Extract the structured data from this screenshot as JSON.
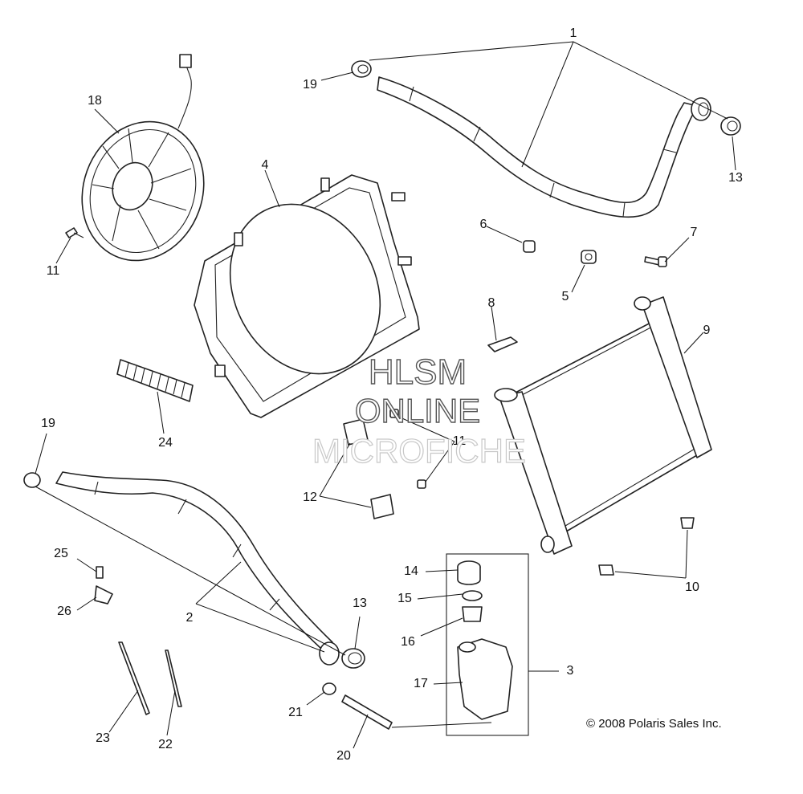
{
  "callouts": {
    "c1": "1",
    "c2": "2",
    "c3": "3",
    "c4": "4",
    "c5": "5",
    "c6": "6",
    "c7": "7",
    "c8": "8",
    "c9": "9",
    "c10": "10",
    "c11a": "11",
    "c11b": "11",
    "c12": "12",
    "c13a": "13",
    "c13b": "13",
    "c14": "14",
    "c15": "15",
    "c16": "16",
    "c17": "17",
    "c18": "18",
    "c19a": "19",
    "c19b": "19",
    "c20": "20",
    "c21": "21",
    "c22": "22",
    "c23": "23",
    "c24": "24",
    "c25": "25",
    "c26": "26"
  },
  "watermark": {
    "line1": "HLSM",
    "line2": "ONLINE",
    "line3": "MICROFICHE"
  },
  "copyright": "© 2008 Polaris Sales Inc."
}
